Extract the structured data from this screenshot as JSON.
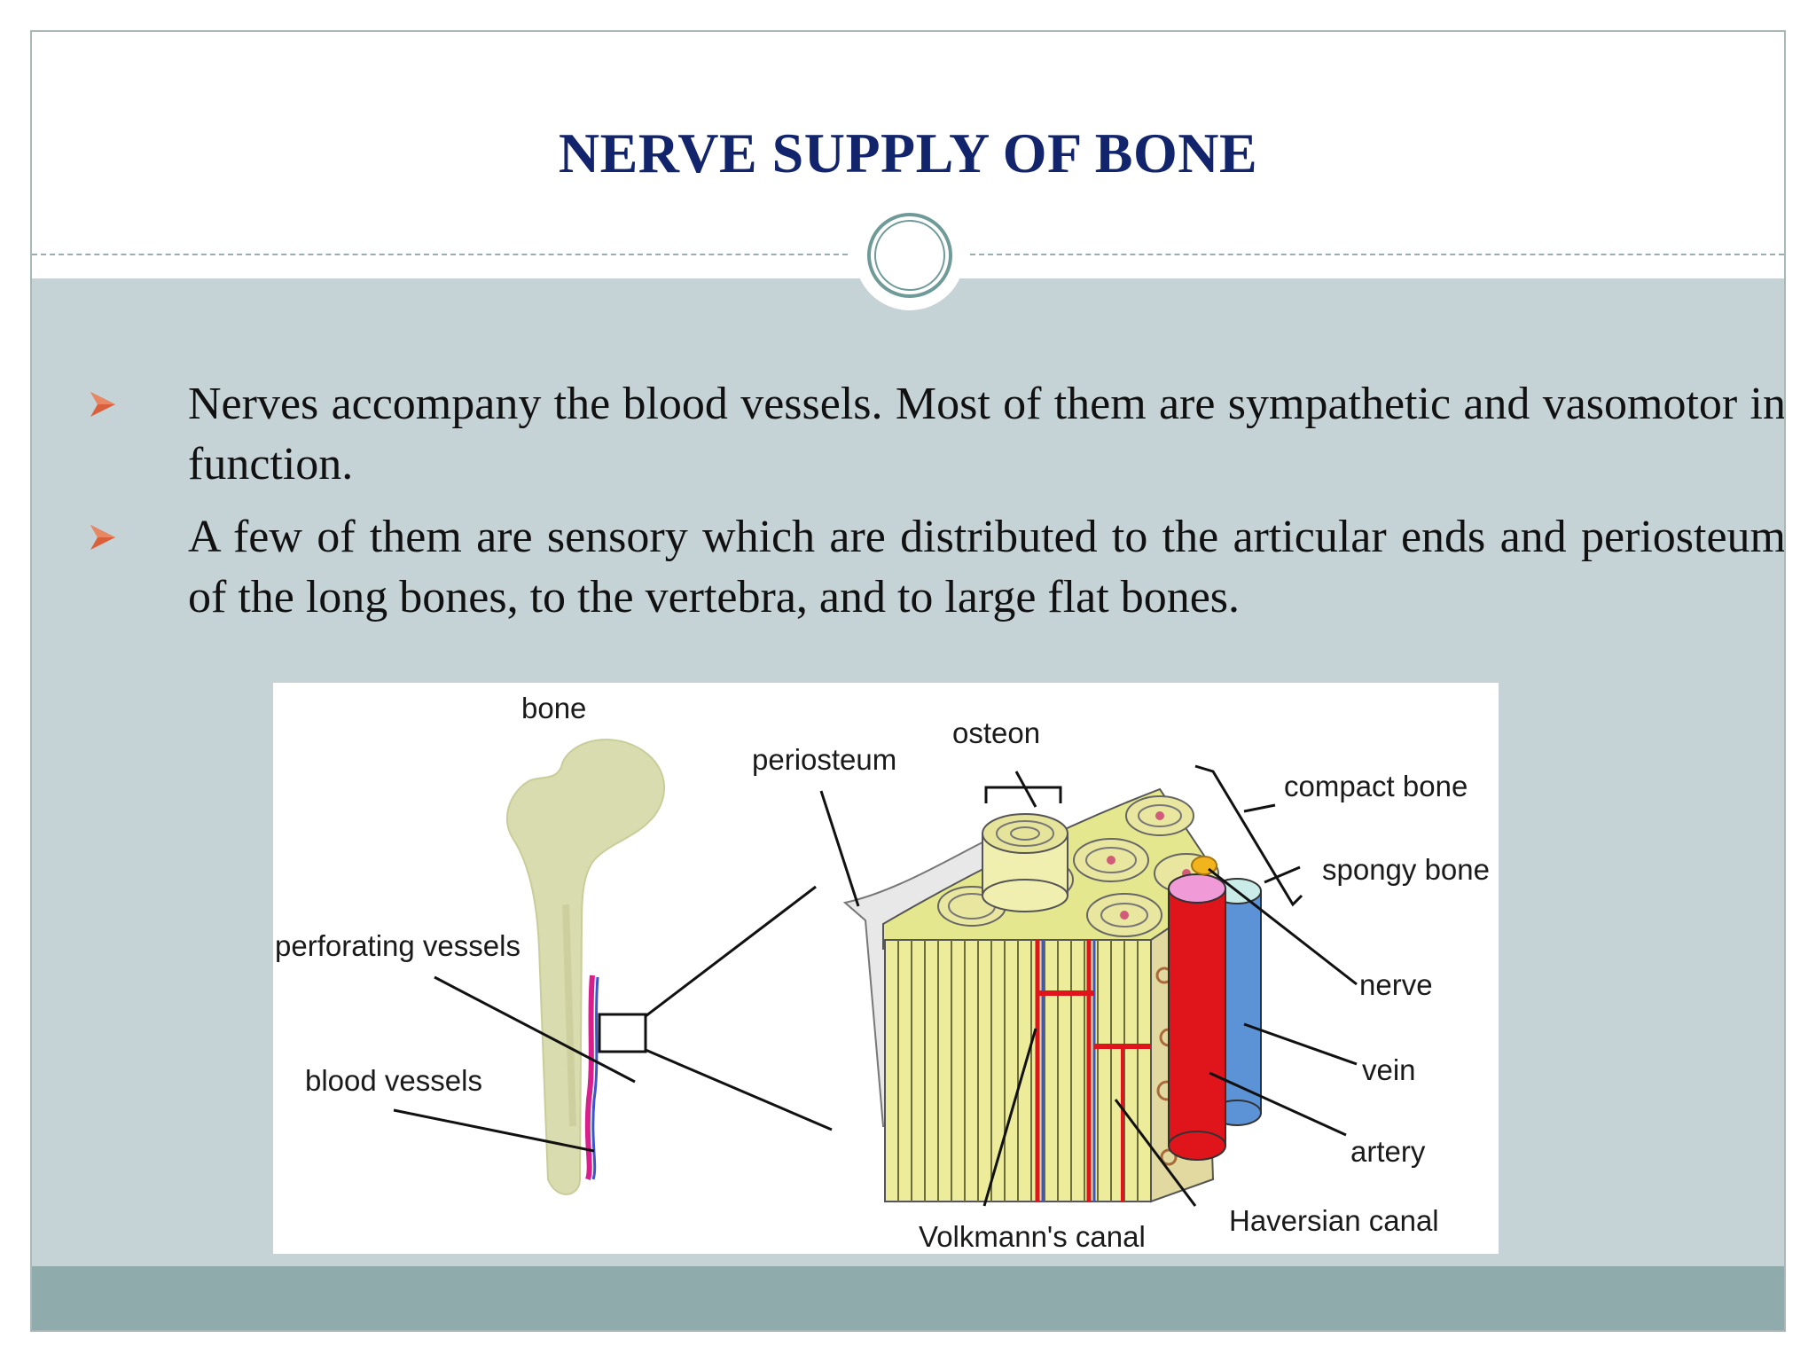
{
  "slide": {
    "title": "NERVE SUPPLY OF BONE",
    "bullets": [
      "Nerves accompany the blood vessels. Most of them are sympathetic and vasomotor in function.",
      "A few of them are sensory which are distributed to the articular ends and periosteum of the long bones, to the vertebra, and to large flat bones."
    ]
  },
  "figure": {
    "labels": {
      "bone": "bone",
      "periosteum": "periosteum",
      "osteon": "osteon",
      "compact_bone": "compact bone",
      "spongy_bone": "spongy bone",
      "perforating_vessels": "perforating vessels",
      "blood_vessels": "blood vessels",
      "nerve": "nerve",
      "vein": "vein",
      "artery": "artery",
      "haversian_canal": "Haversian canal",
      "volkmanns_canal": "Volkmann's canal"
    }
  },
  "colors": {
    "title": "#12246b",
    "bullet_arrow": "#d9603a",
    "body_background": "#c5d2d6",
    "footer_band": "#8fabab",
    "ring": "#6e9a98",
    "artery": "#e0141b",
    "vein": "#5b93d6",
    "nerve": "#f2b41c",
    "bone_fill": "#e6e8a0"
  },
  "icons": [
    "bullet-arrow-icon",
    "header-ring-icon"
  ]
}
